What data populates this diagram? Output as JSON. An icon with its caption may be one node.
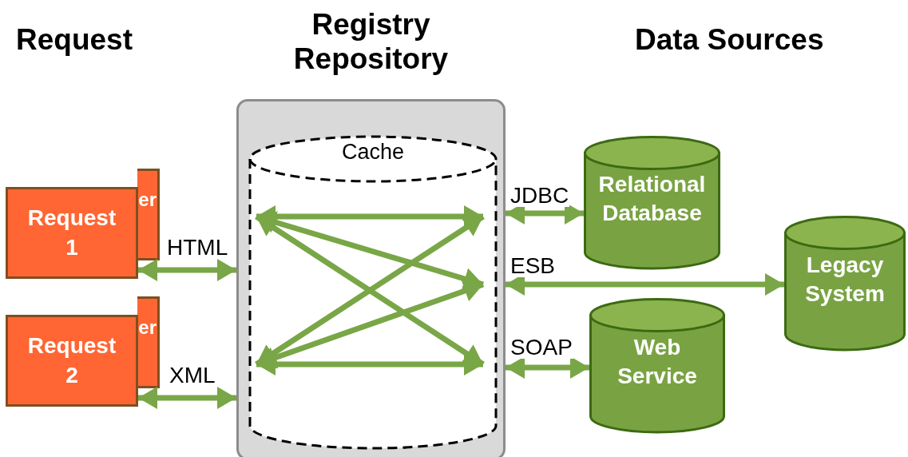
{
  "diagram": {
    "nodes": [
      {
        "text": [
          "Registry Repository"
        ]
      },
      {
        "text": [
          "Cache"
        ],
        "in": 0
      },
      {
        "text": [
          "er"
        ]
      },
      {
        "text": [
          "Request 1"
        ]
      },
      {
        "text": [
          "er"
        ]
      },
      {
        "text": [
          "Request 2"
        ]
      },
      {
        "text": [
          "Relational Database"
        ]
      },
      {
        "text": [
          "Legacy System"
        ]
      },
      {
        "text": [
          "Web Service"
        ]
      }
    ],
    "edges": [
      {
        "from": 3,
        "to": 0,
        "arrow": "both",
        "label": "HTML"
      },
      {
        "from": 5,
        "to": 0,
        "arrow": "both",
        "label": "XML"
      },
      {
        "from": 0,
        "to": 6,
        "arrow": "both",
        "label": "JDBC"
      },
      {
        "from": 0,
        "to": 7,
        "arrow": "both",
        "label": "ESB"
      },
      {
        "from": 0,
        "to": 8,
        "arrow": "both",
        "label": "SOAP"
      }
    ],
    "labels": [
      "Request",
      "Data Sources"
    ]
  }
}
